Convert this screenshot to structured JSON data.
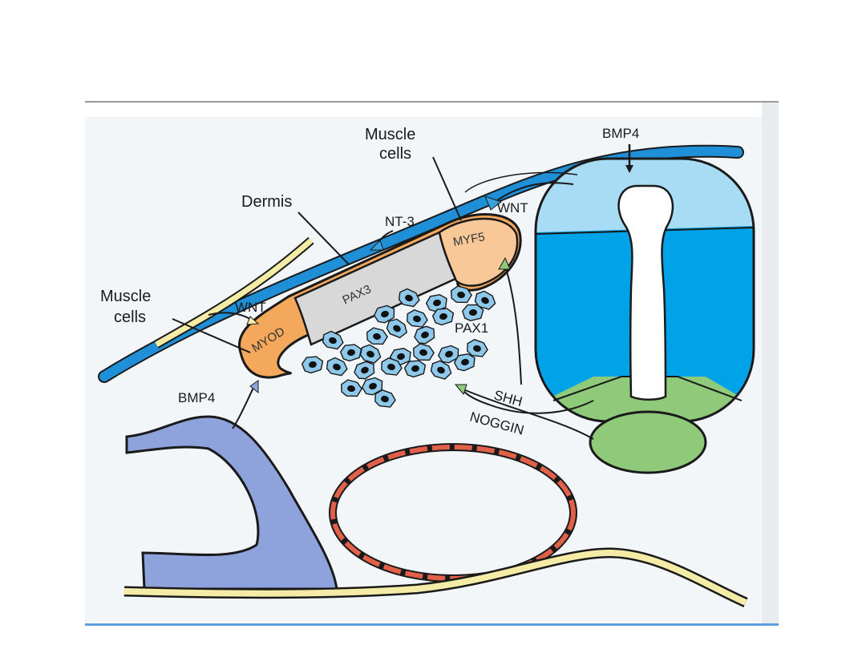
{
  "colors": {
    "epidermis_blue": "#1f8fd8",
    "dermis_cream": "#f4eca6",
    "neural_tube_light": "#a8dcf4",
    "neural_tube_dark": "#00a2e8",
    "floor_plate_green": "#8fca7a",
    "notochord_green": "#8fca7a",
    "myotome_orange": "#f4a85c",
    "myf5_orange": "#f8c898",
    "pax3_gray": "#d8d8d8",
    "sclerotome_cell": "#8ec9ec",
    "endoderm_blue": "#8ea2dc",
    "aorta_red": "#e0604a",
    "background": "#f3f6f9"
  },
  "labels": {
    "muscle_cells_top_line1": "Muscle",
    "muscle_cells_top_line2": "cells",
    "muscle_cells_left_line1": "Muscle",
    "muscle_cells_left_line2": "cells",
    "dermis": "Dermis",
    "nt3": "NT-3",
    "wnt_top": "WNT",
    "wnt_left": "WNT",
    "bmp4_top": "BMP4",
    "bmp4_left": "BMP4",
    "myf5": "MYF5",
    "pax3": "PAX3",
    "myod": "MYOD",
    "pax1": "PAX1",
    "shh": "SHH",
    "noggin": "NOGGIN"
  }
}
